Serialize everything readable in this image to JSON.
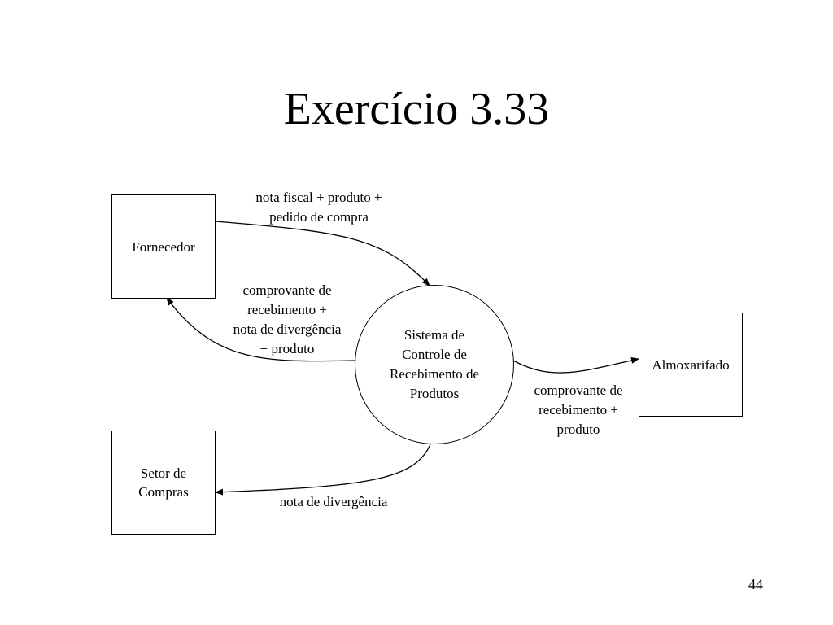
{
  "slide": {
    "title": "Exercício 3.33",
    "page_number": "44"
  },
  "diagram": {
    "entities": {
      "fornecedor": "Fornecedor",
      "setor_compras": "Setor de\nCompras",
      "almoxarifado": "Almoxarifado"
    },
    "process": "Sistema de\nControle de\nRecebimento de\nProdutos",
    "flows": {
      "fornecedor_to_process": "nota fiscal + produto +\npedido de compra",
      "process_to_fornecedor": "comprovante de\nrecebimento +\nnota de divergência\n+ produto",
      "process_to_almoxarifado": "comprovante de\nrecebimento +\nproduto",
      "process_to_setor_compras": "nota de divergência"
    }
  }
}
